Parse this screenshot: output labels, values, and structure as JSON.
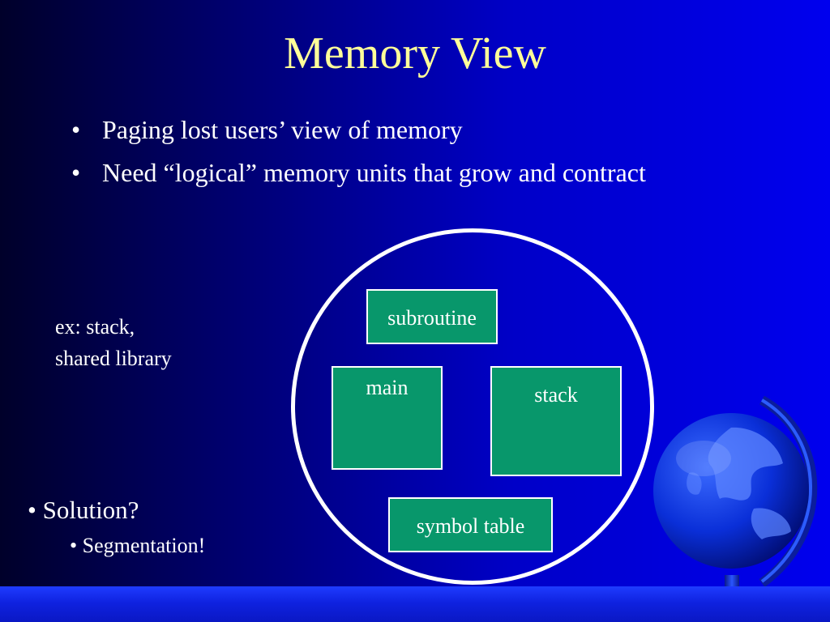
{
  "slide": {
    "title": "Memory View",
    "bullets": [
      "Paging lost users’ view of memory",
      "Need “logical” memory units that grow and contract"
    ],
    "example_lines": [
      "ex: stack,",
      "shared library"
    ],
    "solution": "• Solution?",
    "solution_sub": "• Segmentation!"
  },
  "diagram": {
    "segments": {
      "subroutine": "subroutine",
      "main": "main",
      "stack": "stack",
      "symbol_table": "symbol table"
    }
  },
  "colors": {
    "background": "#0000c8",
    "title": "#ffff99",
    "segment_fill": "#08976b",
    "outline": "#ffffff"
  },
  "icons": {
    "globe": "globe-icon",
    "bullet": "bullet-icon"
  }
}
